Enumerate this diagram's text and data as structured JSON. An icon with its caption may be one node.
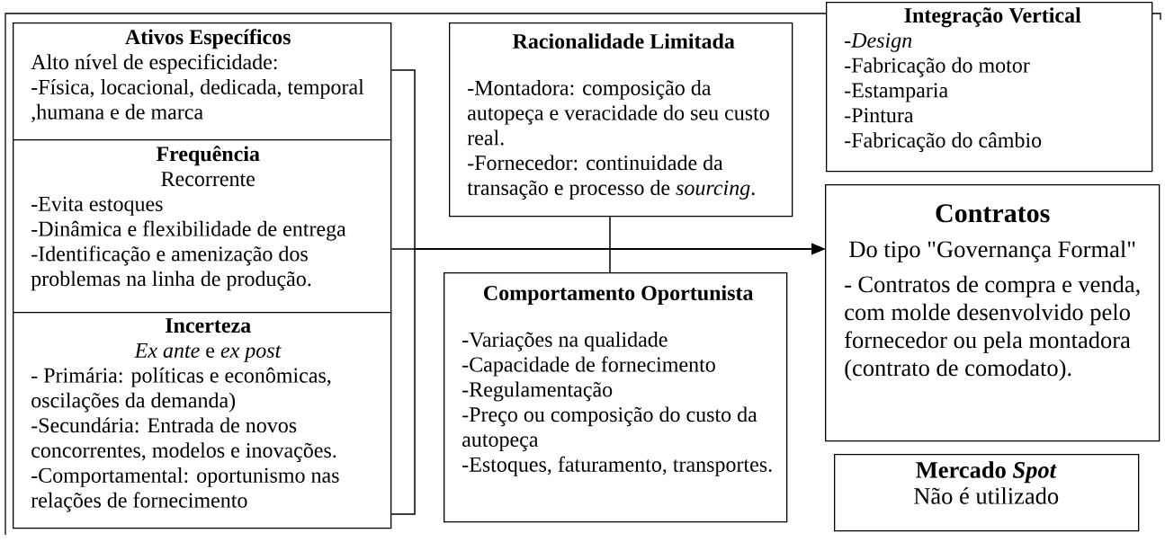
{
  "diagram": {
    "nodes": [
      {
        "text": [
          "Ativos Específicos",
          "Alto nível de especificidade:",
          "-Física, locacional, dedicada, temporal ,humana e de marca"
        ]
      },
      {
        "text": [
          "Frequência",
          "Recorrente",
          "-Evita estoques",
          "-Dinâmica e flexibilidade de entrega",
          "-Identificação e amenização dos problemas na linha de produção."
        ]
      },
      {
        "text": [
          "Incerteza",
          "*Ex ante* e *ex post*",
          "- Primária: políticas e econômicas, oscilações da demanda)",
          "-Secundária: Entrada de novos concorrentes, modelos e inovações.",
          "-Comportamental: oportunismo nas relações de fornecimento"
        ]
      },
      {
        "text": [
          "Racionalidade Limitada",
          "-Montadora: composição da autopeça e veracidade do seu custo real.",
          "-Fornecedor: continuidade da transação e processo de *sourcing*."
        ]
      },
      {
        "text": [
          "Comportamento Oportunista",
          "-Variações na qualidade",
          "-Capacidade de fornecimento",
          "-Regulamentação",
          "-Preço ou composição do custo da autopeça",
          "-Estoques, faturamento, transportes."
        ]
      },
      {
        "text": [
          "Integração Vertical",
          "-*Design*",
          "-Fabricação do motor",
          "-Estamparia",
          "-Pintura",
          "-Fabricação do câmbio"
        ]
      },
      {
        "text": [
          "Contratos",
          "Do tipo \"Governança Formal\"",
          "- Contratos de compra e venda, com molde desenvolvido pelo fornecedor ou pela montadora (contrato de comodato)."
        ]
      },
      {
        "text": [
          "Mercado *Spot*",
          "Não é utilizado"
        ]
      }
    ],
    "edges": [
      {
        "from": 0,
        "to": 6,
        "arrow": "to"
      },
      {
        "from": 1,
        "to": 6,
        "arrow": "to"
      },
      {
        "from": 2,
        "to": 6,
        "arrow": "to"
      },
      {
        "from": 3,
        "to": 6,
        "arrow": "to"
      },
      {
        "from": 4,
        "to": 6,
        "arrow": "to"
      }
    ]
  }
}
